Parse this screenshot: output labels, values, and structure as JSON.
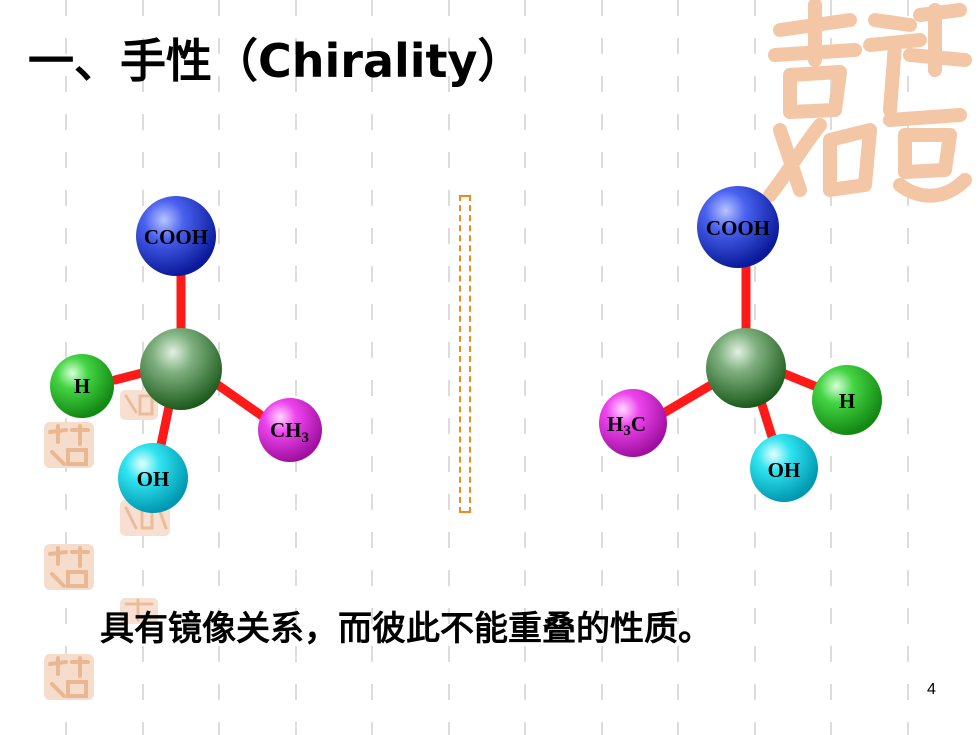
{
  "slide": {
    "title": "一、手性（Chirality）",
    "caption": "具有镜像关系，而彼此不能重叠的性质。",
    "page_number": "4"
  },
  "colors": {
    "bond": "#ff1a1a",
    "carbon": "#2e7d32",
    "cooh": "#1f3de0",
    "hydrogen": "#22c022",
    "hydroxyl": "#00d8e8",
    "methyl": "#e020e0",
    "mirror": "#f08a1c",
    "grid": "#d9d9d9",
    "seal": "#f2c4a4"
  },
  "left_molecule": {
    "cooh_label": "COOH",
    "h_label": "H",
    "ch3_label_main": "CH",
    "ch3_label_sub": "3",
    "oh_label": "OH"
  },
  "right_molecule": {
    "cooh_label": "COOH",
    "h_label": "H",
    "h3c_label_main": "H",
    "h3c_label_sub": "3",
    "h3c_label_tail": "C",
    "oh_label": "OH"
  }
}
